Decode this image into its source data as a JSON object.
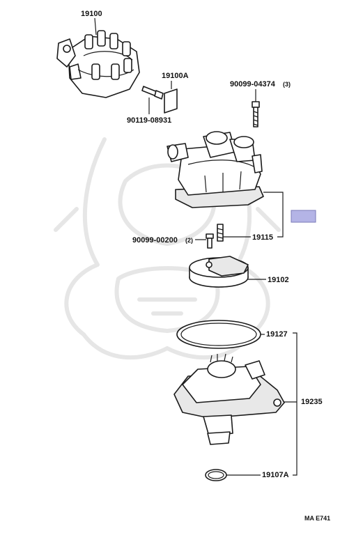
{
  "parts": {
    "distributor_assy": "19100",
    "part_19100a": "19100A",
    "screw_90119": "90119-08931",
    "bolt_90099_04374": "90099-04374",
    "bolt_90099_04374_qty": "(3)",
    "screw_90099_00200": "90099-00200",
    "screw_90099_00200_qty": "(2)",
    "cap_19115": "19115",
    "rotor_19102": "19102",
    "oring_19127": "19127",
    "housing_19235": "19235",
    "gasket_19107a": "19107A"
  },
  "highlight_color": "#b4b4e6",
  "footer_code": "MA E741"
}
